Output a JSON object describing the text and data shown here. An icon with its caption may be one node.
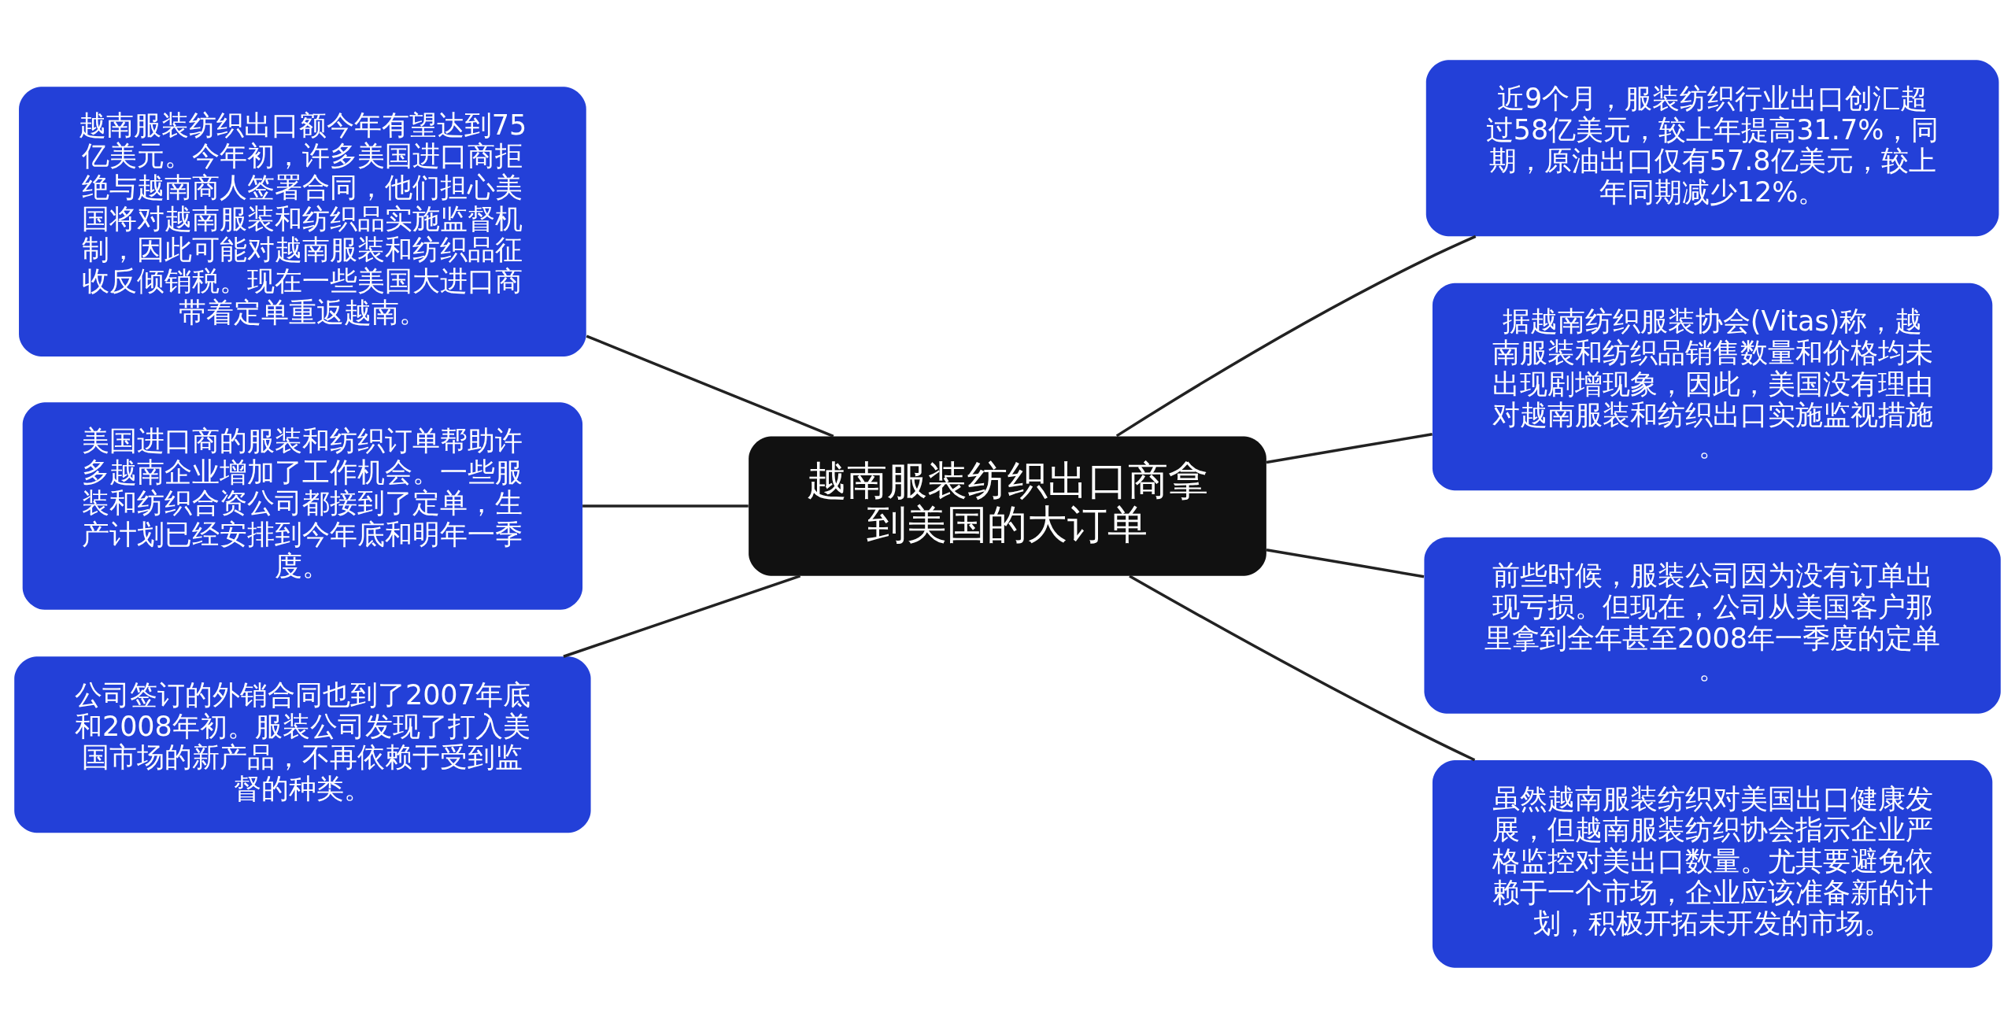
{
  "diagram": {
    "nodes": [
      {
        "text": [
          "越南服装纺织出口商拿到美国的大订单"
        ]
      },
      {
        "text": [
          "越南服装纺织出口额今年有望达到75亿美元。今年初，许多美国进口商拒绝与越南商人签署合同，他们担心美国将对越南服装和纺织品实施监督机制，因此可能对越南服装和纺织品征收反倾销税。现在一些美国大进口商带着定单重返越南。"
        ]
      },
      {
        "text": [
          "美国进口商的服装和纺织订单帮助许多越南企业增加了工作机会。一些服装和纺织合资公司都接到了定单，生产计划已经安排到今年底和明年一季度。"
        ]
      },
      {
        "text": [
          "公司签订的外销合同也到了2007年底和2008年初。服装公司发现了打入美国市场的新产品，不再依赖于受到监督的种类。"
        ]
      },
      {
        "text": [
          "近9个月，服装纺织行业出口创汇超过58亿美元，较上年提高31.7%，同期，原油出口仅有57.8亿美元，较上年同期减少12%。"
        ]
      },
      {
        "text": [
          "据越南纺织服装协会(Vitas)称，越南服装和纺织品销售数量和价格均未出现剧增现象，因此，美国没有理由对越南服装和纺织出口实施监视措施。"
        ]
      },
      {
        "text": [
          "前些时候，服装公司因为没有订单出现亏损。但现在，公司从美国客户那里拿到全年甚至2008年一季度的定单。"
        ]
      },
      {
        "text": [
          "虽然越南服装纺织对美国出口健康发展，但越南服装纺织协会指示企业严格监控对美出口数量。尤其要避免依赖于一个市场，企业应该准备新的计划，积极开拓未开发的市场。"
        ]
      }
    ],
    "edges": [
      {
        "from": 0,
        "to": 1,
        "arrow": "none"
      },
      {
        "from": 0,
        "to": 2,
        "arrow": "none"
      },
      {
        "from": 0,
        "to": 3,
        "arrow": "none"
      },
      {
        "from": 0,
        "to": 4,
        "arrow": "none"
      },
      {
        "from": 0,
        "to": 5,
        "arrow": "none"
      },
      {
        "from": 0,
        "to": 6,
        "arrow": "none"
      },
      {
        "from": 0,
        "to": 7,
        "arrow": "none"
      }
    ]
  }
}
